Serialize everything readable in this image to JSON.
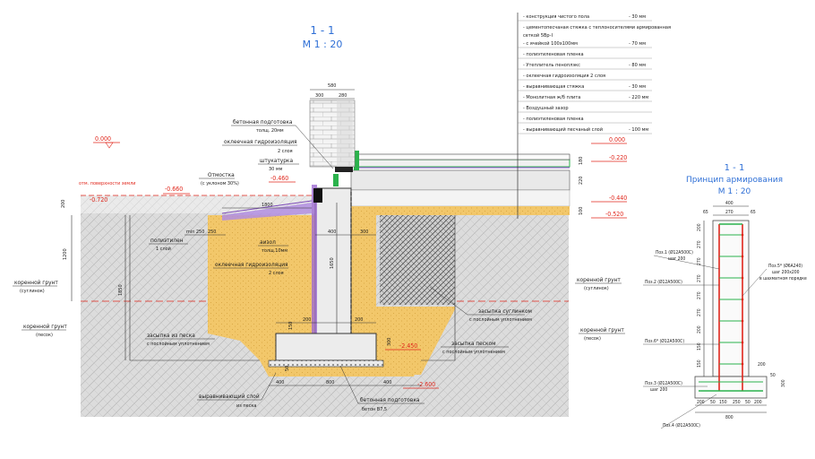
{
  "main_title": {
    "section": "1 - 1",
    "scale": "M 1 : 20"
  },
  "rebar_title": {
    "section": "1 - 1",
    "subtitle": "Принцип армирования",
    "scale": "M 1 : 20"
  },
  "floor_layers": [
    {
      "name": "конструкция чистого пола",
      "value": "- 30 мм"
    },
    {
      "name": "цементопесчаная стяжка с теплоносителями армированная сеткой 5Вр-I",
      "value": ""
    },
    {
      "name": "с ячейкой 100х100мм",
      "value": "- 70 мм"
    },
    {
      "name": "полиэтиленовая пленка",
      "value": ""
    },
    {
      "name": "Утеплитель пеноплэкс",
      "value": "- 80 мм"
    },
    {
      "name": "оклеечная гидроизоляция 2 слоя",
      "value": ""
    },
    {
      "name": "выравнивающая стяжка",
      "value": "- 30 мм"
    },
    {
      "name": "Монолитная ж/б плита",
      "value": "- 220 мм"
    },
    {
      "name": "Воздушный зазор",
      "value": ""
    },
    {
      "name": "полиэтиленовая пленка",
      "value": ""
    },
    {
      "name": "выравнивающий песчаный слой",
      "value": "- 100 мм"
    }
  ],
  "levels": {
    "ground_left": "0.000",
    "ground_top_right": "0.000",
    "minus_220": "-0.220",
    "minus_440": "-0.440",
    "minus_460": "-0.460",
    "minus_520": "-0.520",
    "minus_660": "-0.660",
    "minus_720": "-0.720",
    "minus_2450": "-2.450",
    "minus_2600": "-2.600",
    "ground_surface_note": "отм. поверхности земли"
  },
  "labels": {
    "concrete_prep_top": "бетонная подготовка",
    "concrete_prep_top_sub": "толщ. 20мм",
    "glued_waterproof_top": "оклеечная гидроизоляция",
    "glued_waterproof_top_sub": "2 слоя",
    "plaster": "штукатурка",
    "plaster_sub": "30 мм",
    "blind_area": "Отмостка",
    "blind_area_sub": "(с уклоном 30%)",
    "polystyrene": "полиэтилен",
    "polystyrene_sub": "1 слой",
    "aizol": "аизол",
    "aizol_sub": "толщ.10мм",
    "glued_waterproof_mid": "оклеечная гидроизоляция",
    "glued_waterproof_mid_sub": "2 слоя",
    "native_soil_left_top": "коренной грунт",
    "native_soil_left_top_sub": "(суглинок)",
    "native_soil_left_bottom": "коренной грунт",
    "native_soil_left_bottom_sub": "(песок)",
    "native_soil_right_top": "коренной грунт",
    "native_soil_right_top_sub": "(суглинок)",
    "native_soil_right_bottom": "коренной грунт",
    "native_soil_right_bottom_sub": "(песок)",
    "sand_fill": "засыпка из песка",
    "sand_fill_sub": "с послойным уплотнением",
    "loam_fill": "засыпка суглинком",
    "loam_fill_sub": "с послойным уплотнением",
    "sand_fill_right": "засыпка песком",
    "sand_fill_right_sub": "с послойным уплотнением",
    "leveling_layer": "выравнивающий слой",
    "leveling_layer_sub": "из песка",
    "concrete_prep_bottom": "бетонная подготовка",
    "concrete_prep_bottom_sub": "бетон В7,5"
  },
  "dims": {
    "d580": "580",
    "d300a": "300",
    "d280": "280",
    "d1800": "1800",
    "d250": "250",
    "min250": "min 250",
    "d400a": "400",
    "d300b": "300",
    "d200a": "200",
    "d200b": "200",
    "d400b": "400",
    "d800": "800",
    "d400c": "400",
    "d1200": "1200",
    "d1850": "1850",
    "d1650": "1650",
    "d100": "100",
    "d200v": "200",
    "d220": "220",
    "d180": "180",
    "d300v": "300",
    "d150": "150",
    "d50": "50"
  },
  "rebar": {
    "dims_top": [
      "400",
      "65",
      "270",
      "65"
    ],
    "dims_bottom": [
      "200",
      "50",
      "150",
      "250",
      "50",
      "200"
    ],
    "total_bottom": "800",
    "side_dims": [
      "200",
      "270",
      "270",
      "270",
      "270",
      "270",
      "200",
      "150",
      "150"
    ],
    "right_dims": [
      "200",
      "50",
      "300"
    ],
    "pos1": "Поз.1 (Ø12А500С)",
    "pos1_sub": "шаг 200",
    "pos2": "Поз.2 (Ø12А500С)",
    "pos3": "Поз.3 (Ø12А500С)",
    "pos3_sub": "шаг 200",
    "pos4": "Поз.4 (Ø12А500С)",
    "pos5": "Поз.5* (Ø6А240)",
    "pos5_sub": "шаг 200х200",
    "pos5_sub2": "в шахматном порядке",
    "pos6": "Поз.6* (Ø12А500С)"
  },
  "colors": {
    "title_blue": "#2e6fd6",
    "level_red": "#e0261b",
    "sand": "#f2c76a",
    "concrete_grey": "#e8e8e8",
    "soil_grey": "#d9d9d9",
    "waterproof_purple": "#9d6bd1",
    "insulation_green": "#2bb24c"
  }
}
